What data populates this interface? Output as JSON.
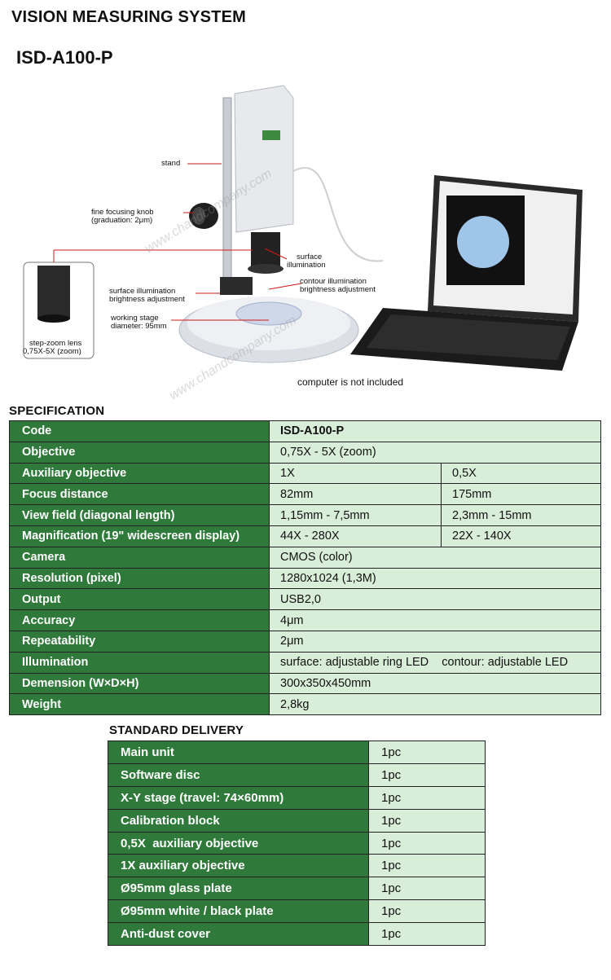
{
  "page": {
    "title": "VISION MEASURING SYSTEM",
    "model": "ISD-A100-P"
  },
  "illustration": {
    "callouts": {
      "stand": "stand",
      "fine_focusing_knob": "fine focusing knob",
      "graduation": "(graduation: 2μm)",
      "surface_illumination": "surface",
      "surface_illumination_2": "illumination",
      "contour_illumination": "contour illumination",
      "contour_brightness": "brightness adjustment",
      "surface_brightness_1": "surface illumination",
      "surface_brightness_2": "brightness adjustment",
      "working_stage_1": "working stage",
      "working_stage_2": "diameter: 95mm",
      "lens_1": "step-zoom lens",
      "lens_2": "0,75X-5X (zoom)"
    },
    "note": "computer is not included",
    "watermark": "www.chandcompany.com"
  },
  "specification": {
    "heading": "SPECIFICATION",
    "rows": [
      {
        "label": "Code",
        "value": "ISD-A100-P"
      },
      {
        "label": "Objective",
        "value": "0,75X - 5X (zoom)"
      },
      {
        "label": "Auxiliary objective",
        "value": "1X",
        "value2": "0,5X"
      },
      {
        "label": "Focus distance",
        "value": "82mm",
        "value2": "175mm"
      },
      {
        "label": "View field (diagonal length)",
        "value": "1,15mm - 7,5mm",
        "value2": "2,3mm - 15mm"
      },
      {
        "label": "Magnification (19\" widescreen display)",
        "value": "44X - 280X",
        "value2": "22X -  140X"
      },
      {
        "label": "Camera",
        "value": "CMOS (color)"
      },
      {
        "label": "Resolution (pixel)",
        "value": "1280x1024 (1,3M)"
      },
      {
        "label": "Output",
        "value": "USB2,0"
      },
      {
        "label": "Accuracy",
        "value": "4μm"
      },
      {
        "label": "Repeatability",
        "value": "2μm"
      },
      {
        "label": "Illumination",
        "value": "surface: adjustable ring LED    contour: adjustable LED"
      },
      {
        "label": "Demension (W×D×H)",
        "value": "300x350x450mm"
      },
      {
        "label": "Weight",
        "value": "2,8kg"
      }
    ]
  },
  "delivery": {
    "heading": "STANDARD DELIVERY",
    "rows": [
      {
        "label": "Main unit",
        "qty": "1pc"
      },
      {
        "label": "Software disc",
        "qty": "1pc"
      },
      {
        "label": "X-Y stage (travel: 74×60mm)",
        "qty": "1pc"
      },
      {
        "label": "Calibration block",
        "qty": "1pc"
      },
      {
        "label": "0,5X  auxiliary objective",
        "qty": "1pc"
      },
      {
        "label": "1X auxiliary objective",
        "qty": "1pc"
      },
      {
        "label": "Ø95mm glass plate",
        "qty": "1pc"
      },
      {
        "label": "Ø95mm white / black plate",
        "qty": "1pc"
      },
      {
        "label": "Anti-dust cover",
        "qty": "1pc"
      }
    ]
  }
}
